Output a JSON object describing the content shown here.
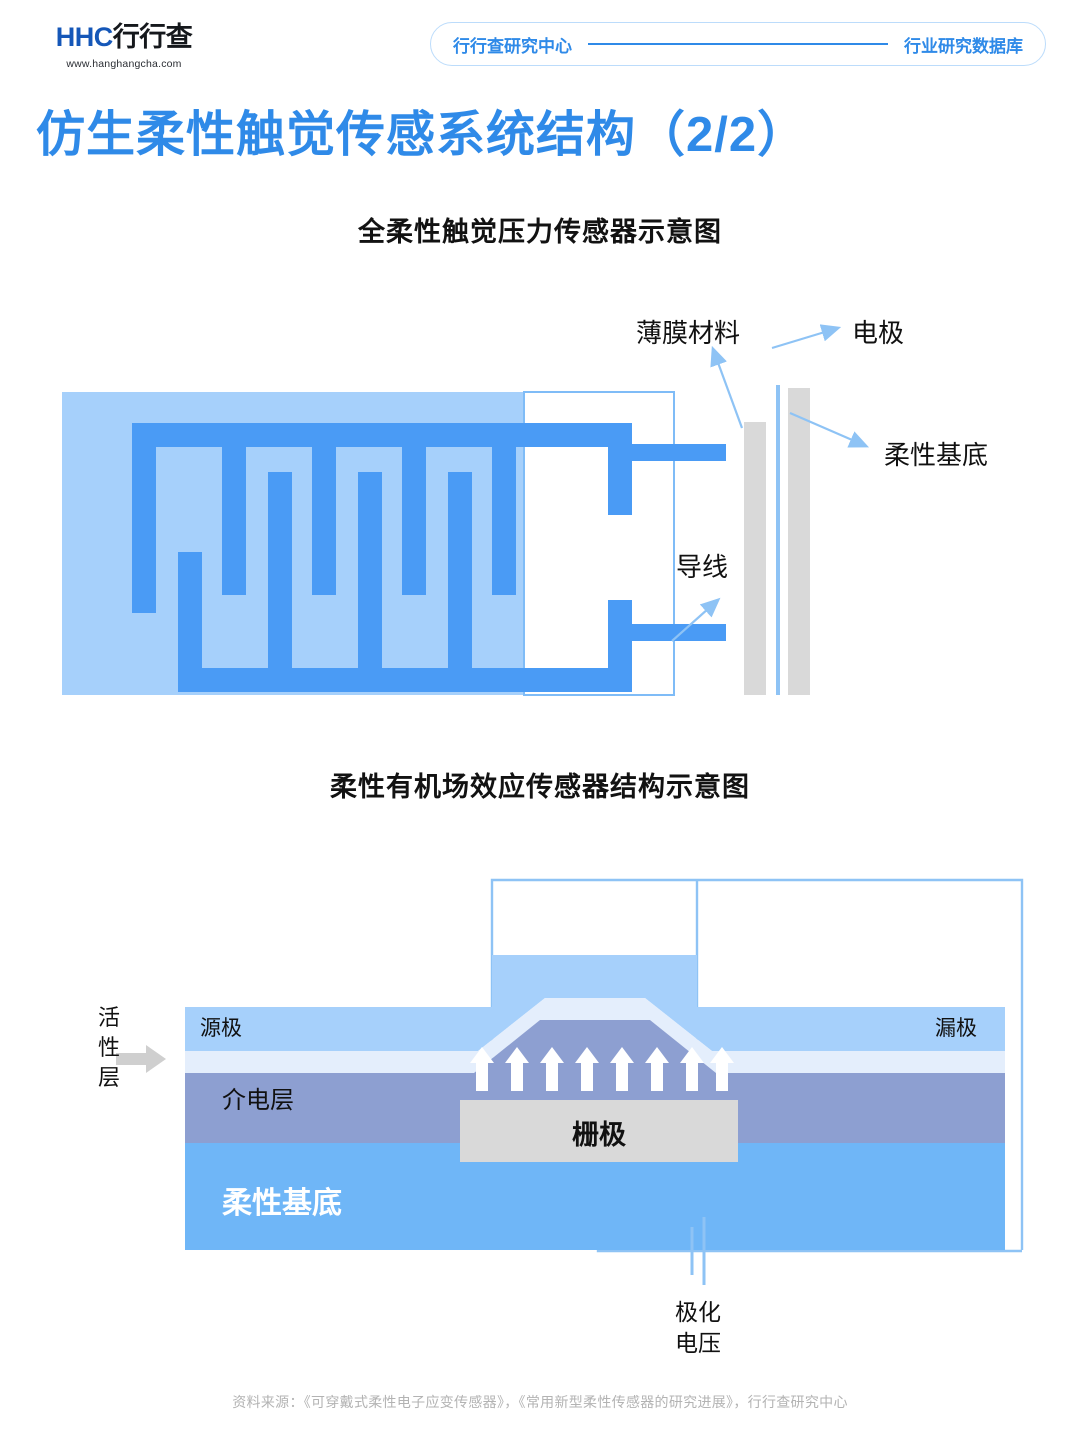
{
  "header": {
    "logo": {
      "brand_latin": "HHC",
      "brand_cn": "行行查",
      "url": "www.hanghangcha.com"
    },
    "pill": {
      "left_label": "行行查研究中心",
      "right_label": "行业研究数据库"
    }
  },
  "page_title": "仿生柔性触觉传感系统结构（2/2）",
  "sections": [
    {
      "id": "pressure-sensor",
      "title": "全柔性触觉压力传感器示意图",
      "labels": {
        "film_material": "薄膜材料",
        "electrode": "电极",
        "flexible_substrate": "柔性基底",
        "wire": "导线"
      }
    },
    {
      "id": "field-effect-sensor",
      "title": "柔性有机场效应传感器结构示意图",
      "labels": {
        "active_layer": "活性层",
        "source": "源极",
        "drain": "漏极",
        "dielectric_layer": "介电层",
        "gate": "栅极",
        "flexible_substrate": "柔性基底",
        "polarization_voltage_line1": "极化",
        "polarization_voltage_line2": "电压"
      }
    }
  ],
  "footer": {
    "source_text": "资料来源：《可穿戴式柔性电子应变传感器》，《常用新型柔性传感器的研究进展》，行行查研究中心"
  },
  "colors": {
    "brand_blue": "#2f8ae8",
    "logo_blue": "#1557b8",
    "pill_border": "#bcdcfb",
    "fig1_substrate": "#a6d0fb",
    "fig1_trace": "#4a9bf5",
    "fig1_outline": "#7fbcf7",
    "fig1_bar_gray": "#d9d9d9",
    "fig2_source_drain": "#a6d0fb",
    "fig2_active": "#e4eefc",
    "fig2_dielectric": "#8d9fd1",
    "fig2_substrate": "#6fb6f7",
    "fig2_gate": "#d9d9d9",
    "fig2_wire": "#8ec3f5",
    "footer_gray": "#b3b3b3"
  }
}
